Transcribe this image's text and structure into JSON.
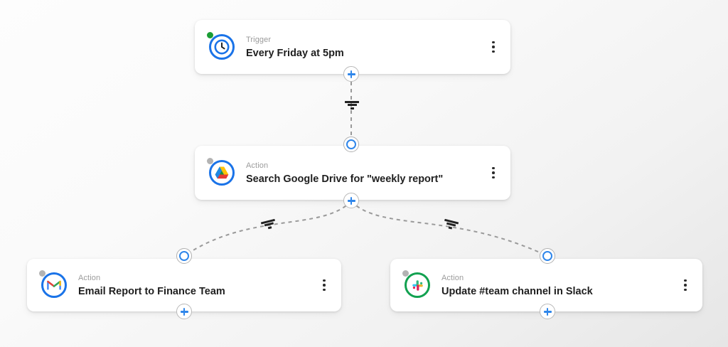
{
  "canvas": {
    "background_start": "#fdfdfd",
    "background_end": "#e6e6e6"
  },
  "palette": {
    "accent_blue": "#2f86ea",
    "ring_blue": "#1a73e8",
    "ring_green": "#12a150",
    "status_active": "#1a9d35",
    "status_idle": "#b3b3b3",
    "title_color": "#1f1f1f",
    "label_color": "#9b9b9b",
    "edge_color": "#9a9a9a"
  },
  "nodes": [
    {
      "id": "trigger-schedule",
      "kind": "Trigger",
      "title": "Every Friday at 5pm",
      "icon": "clock-icon",
      "status": "active",
      "menu": "more-options-icon"
    },
    {
      "id": "action-google-drive",
      "kind": "Action",
      "title": "Search Google Drive for \"weekly report\"",
      "icon": "google-drive-icon",
      "status": "idle",
      "menu": "more-options-icon"
    },
    {
      "id": "action-gmail",
      "kind": "Action",
      "title": "Email Report to Finance Team",
      "icon": "gmail-icon",
      "status": "idle",
      "menu": "more-options-icon"
    },
    {
      "id": "action-slack",
      "kind": "Action",
      "title": "Update #team channel in Slack",
      "icon": "slack-icon",
      "status": "idle",
      "menu": "more-options-icon"
    }
  ],
  "handles": {
    "add_step": "add-step-icon",
    "target": "connection-target-icon",
    "filter": "filter-icon"
  }
}
